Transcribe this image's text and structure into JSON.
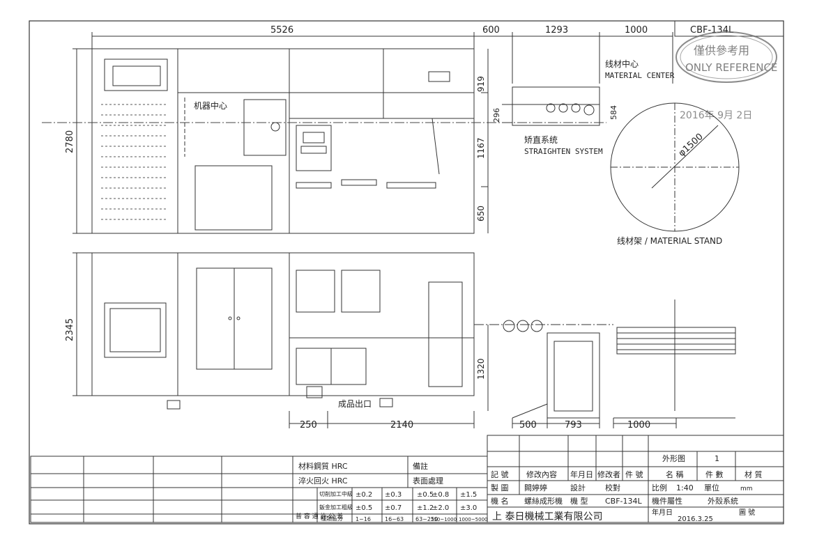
{
  "drawing": {
    "model_code": "CBF-134L",
    "stamp": {
      "line1": "僅供參考用",
      "line2": "ONLY REFERENCE",
      "date": "2016年 9月 2日"
    },
    "top_view": {
      "dims": {
        "total_length": "5526",
        "gap": "600",
        "straightener_len": "1293",
        "stand_gap": "1000"
      },
      "height_dims": {
        "total": "2780",
        "upper": "919",
        "middle": "1167",
        "lower": "650",
        "wire_offset": "296",
        "wire_offset2": "584"
      },
      "labels": {
        "machine_center": "机器中心",
        "material_center_cn": "线材中心",
        "material_center_en": "MATERIAL CENTER",
        "straighten_cn": "矫直系统",
        "straighten_en": "STRAIGHTEN SYSTEM",
        "stand_diameter": "φ1500",
        "material_stand": "线材架 / MATERIAL STAND"
      }
    },
    "front_view": {
      "dims": {
        "height": "2345",
        "feed_height": "1320",
        "outlet_offset": "250",
        "outlet_len": "2140",
        "stand_a": "500",
        "stand_b": "793",
        "stand_c": "1000"
      },
      "labels": {
        "product_outlet": "成品出口"
      }
    }
  },
  "title_block": {
    "left": {
      "material_label": "材料鋼質 HRC",
      "quench_label": "淬火回火 HRC",
      "note_label": "備註",
      "surface_label": "表面處理",
      "tolerance_side": "普 容 通 許 公 差",
      "cutting_grade": "切削加工中級",
      "sheet_grade": "鈑金加工粗級",
      "row1": [
        "±0.2",
        "±0.3",
        "±0.5",
        "±0.8",
        "±1.5"
      ],
      "row2": [
        "±0.5",
        "±0.7",
        "±1.2",
        "±2.0",
        "±3.0"
      ],
      "range_label": "種類區分",
      "ranges": [
        "1~16",
        "16~63",
        "63~250",
        "250~1000",
        "1000~5000"
      ]
    },
    "right": {
      "h_mark": "記 號",
      "h_content": "修改內容",
      "h_date": "年月日",
      "h_editor": "修改者",
      "h_piece": "件 號",
      "h_name": "名 稱",
      "h_count": "件 數",
      "h_material": "材 質",
      "drawing_type": "外形图",
      "drawing_count": "1",
      "drafter_label": "製 圖",
      "drafter_name": "闕婷婷",
      "design_label": "設計",
      "check_label": "校對",
      "scale_label": "比例",
      "scale": "1:40",
      "unit_label": "單位",
      "unit": "mm",
      "machine_name_label": "機 名",
      "machine_name": "螺絲成形機",
      "model_label": "機 型",
      "model": "CBF-134L",
      "attr_label": "機件屬性",
      "attr": "外殼系統",
      "company": "上 泰日機械工業有限公司",
      "date_label": "年月日",
      "date": "2016.3.25",
      "drawing_no_label": "圖 號"
    }
  }
}
